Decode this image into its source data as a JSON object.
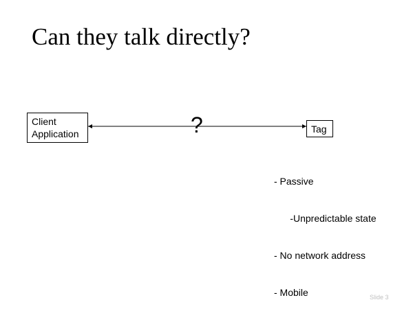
{
  "title": "Can they talk directly?",
  "client_box": {
    "line1": "Client",
    "line2": "Application"
  },
  "tag_box": "Tag",
  "question": "?",
  "properties": [
    "- Passive",
    "      -Unpredictable state",
    "- No network address",
    "- Mobile"
  ],
  "slide_number": "Slide 3"
}
